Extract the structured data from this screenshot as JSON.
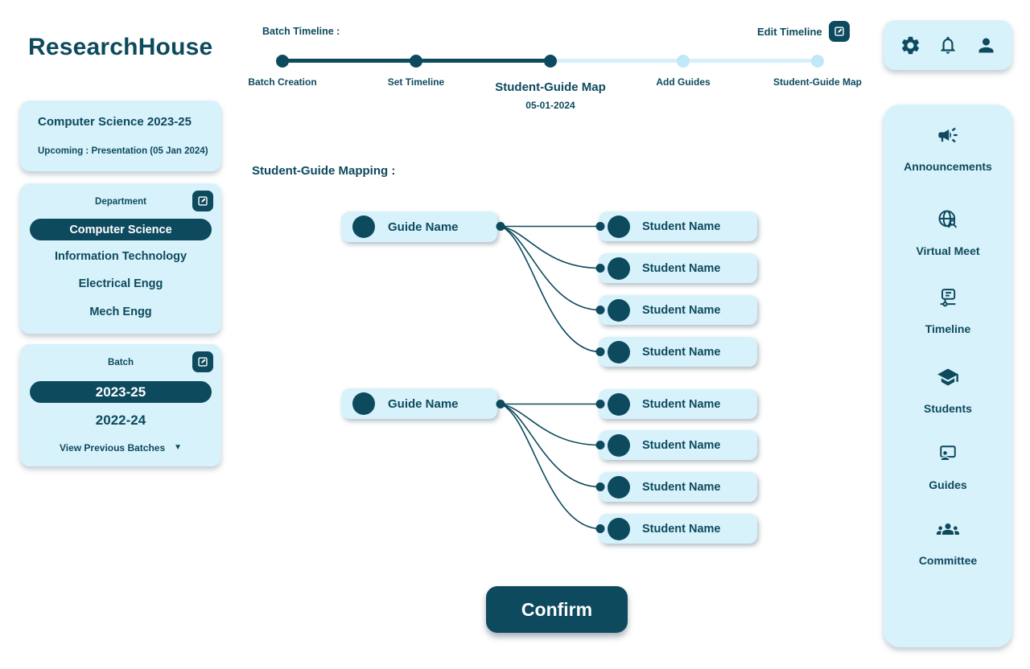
{
  "app": {
    "title": "ResearchHouse"
  },
  "colors": {
    "primary": "#0d4a5e",
    "card_bg": "#d8f2fb",
    "inactive_step": "#bfe8f8",
    "track_light": "#d6effa"
  },
  "left_panel": {
    "info_card": {
      "title": "Computer Science 2023-25",
      "subtitle": "Upcoming : Presentation (05 Jan 2024)"
    },
    "department_card": {
      "title": "Department",
      "selected": "Computer Science",
      "options": [
        "Information Technology",
        "Electrical Engg",
        "Mech Engg"
      ]
    },
    "batch_card": {
      "title": "Batch",
      "selected": "2023-25",
      "options": [
        "2022-24"
      ],
      "view_previous_label": "View Previous Batches",
      "caret_icon": "▼"
    }
  },
  "timeline": {
    "label": "Batch Timeline :",
    "edit_label": "Edit Timeline",
    "steps": [
      {
        "label": "Batch Creation",
        "state": "done"
      },
      {
        "label": "Set Timeline",
        "state": "done"
      },
      {
        "label": "Student-Guide Map",
        "date": "05-01-2024",
        "state": "active"
      },
      {
        "label": "Add Guides",
        "state": "upcoming"
      },
      {
        "label": "Student-Guide Map",
        "state": "upcoming"
      }
    ]
  },
  "mapping": {
    "title": "Student-Guide Mapping :",
    "groups": [
      {
        "guide": "Guide Name",
        "students": [
          "Student Name",
          "Student Name",
          "Student Name",
          "Student Name"
        ]
      },
      {
        "guide": "Guide Name",
        "students": [
          "Student Name",
          "Student Name",
          "Student Name",
          "Student Name"
        ]
      }
    ],
    "confirm_label": "Confirm"
  },
  "topbar": {
    "icons": [
      "settings",
      "notifications",
      "profile"
    ]
  },
  "right_nav": {
    "items": [
      {
        "icon": "megaphone",
        "label": "Announcements"
      },
      {
        "icon": "globe-user",
        "label": "Virtual Meet"
      },
      {
        "icon": "timeline",
        "label": "Timeline"
      },
      {
        "icon": "graduation-cap",
        "label": "Students"
      },
      {
        "icon": "presenter",
        "label": "Guides"
      },
      {
        "icon": "people",
        "label": "Committee"
      }
    ]
  }
}
